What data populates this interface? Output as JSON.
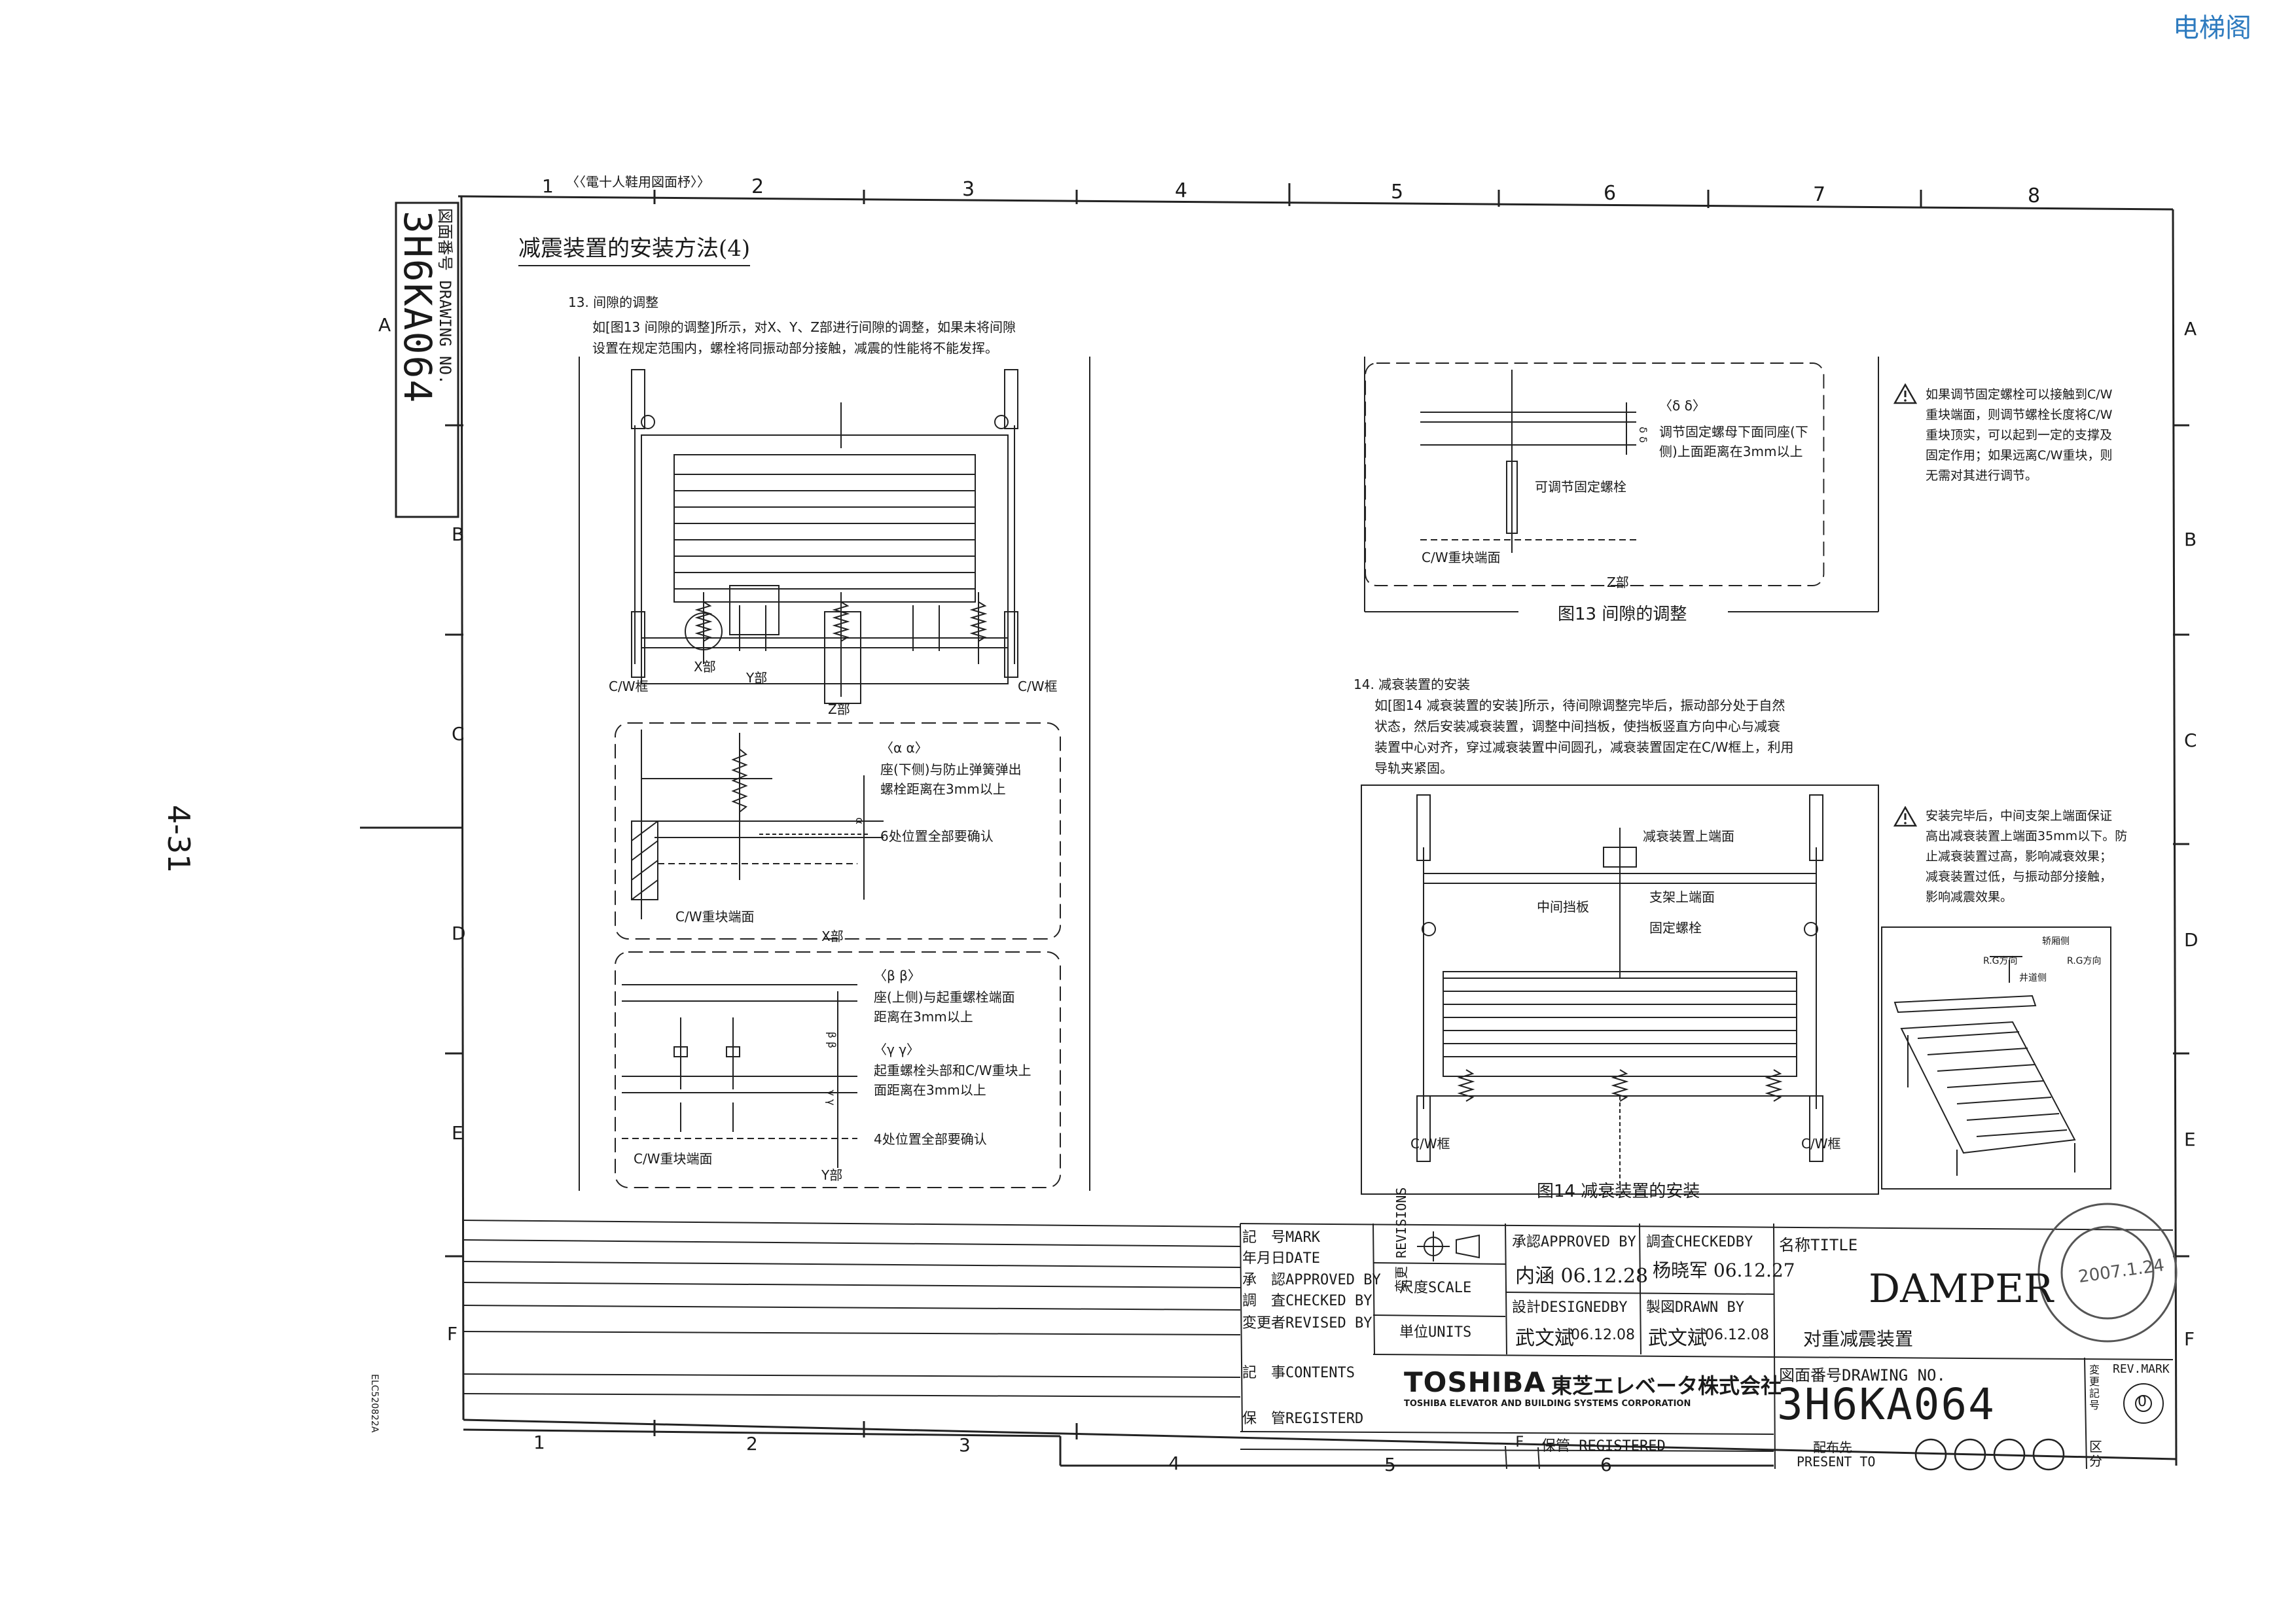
{
  "watermark": "电梯阁",
  "top_note": "〈〈電十人鞋用図面杼〉〉",
  "page_number": "4-31",
  "side_code": "ELC520822A",
  "side_drawing_label": "図面番号 DRAWING NO.",
  "side_drawing_no": "3H6KA064",
  "grid_columns": [
    "1",
    "2",
    "3",
    "4",
    "5",
    "6",
    "7",
    "8"
  ],
  "grid_rows": [
    "A",
    "B",
    "C",
    "D",
    "E",
    "F"
  ],
  "bottom_columns": [
    "1",
    "2",
    "3",
    "4",
    "5",
    "6"
  ],
  "section_title": "减震装置的安装方法(4)",
  "sec13": {
    "heading": "13. 间隙的调整",
    "text1": "如[图13 间隙的调整]所示，对X、Y、Z部进行间隙的调整，如果未将间隙",
    "text2": "设置在规定范围内，螺栓将同振动部分接触，减震的性能将不能发挥。",
    "label_x": "X部",
    "label_y": "Y部",
    "label_z": "Z部",
    "label_cw_left": "C/W框",
    "label_cw_right": "C/W框"
  },
  "detail_x": {
    "tag": "〈α α〉",
    "line1": "座(下侧)与防止弹簧弹出",
    "line2": "螺栓距离在3mm以上",
    "confirm": "6处位置全部要确认",
    "end_label": "C/W重块端面",
    "part": "X部",
    "dim": "α"
  },
  "detail_y": {
    "tag_b": "〈β β〉",
    "b_line1": "座(上侧)与起重螺栓端面",
    "b_line2": "距离在3mm以上",
    "tag_g": "〈γ γ〉",
    "g_line1": "起重螺栓头部和C/W重块上",
    "g_line2": "面距离在3mm以上",
    "confirm": "4处位置全部要确认",
    "end_label": "C/W重块端面",
    "part": "Y部",
    "dim_b": "β β",
    "dim_g": "γ γ"
  },
  "detail_z": {
    "tag": "〈δ δ〉",
    "line1": "调节固定螺母下面同座(下",
    "line2": "侧)上面距离在3mm以上",
    "bolt": "可调节固定螺栓",
    "end_label": "C/W重块端面",
    "part": "Z部",
    "caption": "图13 间隙的调整",
    "dim": "δ δ"
  },
  "warning1": {
    "icon": "warning-icon",
    "lines": [
      "如果调节固定螺栓可以接触到C/W",
      "重块端面，则调节螺栓长度将C/W",
      "重块顶实，可以起到一定的支撑及",
      "固定作用；如果远离C/W重块，则",
      "无需对其进行调节。"
    ]
  },
  "sec14": {
    "heading": "14. 减衰装置的安装",
    "lines": [
      "如[图14 减衰装置的安装]所示，待间隙调整完毕后，振动部分处于自然",
      "状态，然后安装减衰装置，调整中间挡板，使挡板竖直方向中心与减衰",
      "装置中心对齐，穿过减衰装置中间圆孔，减衰装置固定在C/W框上，利用",
      "导轨夹紧固。"
    ],
    "label_top": "减衰装置上端面",
    "label_mid": "中间挡板",
    "label_support": "支架上端面",
    "label_bolt": "固定螺栓",
    "label_cw_left": "C/W框",
    "label_cw_right": "C/W框",
    "caption": "图14 减衰装置的安装"
  },
  "warning2": {
    "icon": "warning-icon",
    "lines": [
      "安装完毕后，中间支架上端面保证",
      "高出减衰装置上端面35mm以下。防",
      "止减衰装置过高，影响减衰效果；",
      "减衰装置过低，与振动部分接触，",
      "影响减震效果。"
    ]
  },
  "iso": {
    "top": "轿厢侧",
    "rg_left": "R.G方向",
    "rg_right": "R.G方向",
    "bottom": "井道侧"
  },
  "title_block": {
    "mark": "記　号MARK",
    "date": "年月日DATE",
    "approved": "承　認APPROVED BY",
    "checked": "調　査CHECKED BY",
    "revised": "変更者REVISED BY",
    "contents": "記　事CONTENTS",
    "registered": "保　管REGISTERD",
    "revisions": "変更 REVISIONS",
    "scale": "尺度SCALE",
    "units": "単位UNITS",
    "approved2": "承認APPROVED BY",
    "checked2": "調査CHECKEDBY",
    "designed": "設計DESIGNEDBY",
    "drawn": "製図DRAWN BY",
    "sig_approved": "内涵 06.12.28",
    "sig_checked": "杨晓军 06.12.27",
    "sig_designed": "武文斌",
    "date_designed": "06.12.08",
    "sig_drawn": "武文斌",
    "date_drawn": "06.12.08",
    "title_label": "名称TITLE",
    "title_en": "DAMPER",
    "title_cn": "对重减震装置",
    "company_logo": "TOSHIBA",
    "company_jp": "東芝エレベータ株式会社",
    "company_en": "TOSHIBA ELEVATOR AND BUILDING SYSTEMS CORPORATION",
    "drawing_label": "図面番号DRAWING NO.",
    "drawing_no": "3H6KA064",
    "rev_label": "REV.MARK",
    "rev_side": "変更記号",
    "rev_value": "0",
    "f_label": "F",
    "registered2": "保管 REGISTERED",
    "present_jp": "配布先",
    "present_to": "PRESENT TO",
    "class_label": "区分",
    "stamp_date": "2007.1.24"
  }
}
